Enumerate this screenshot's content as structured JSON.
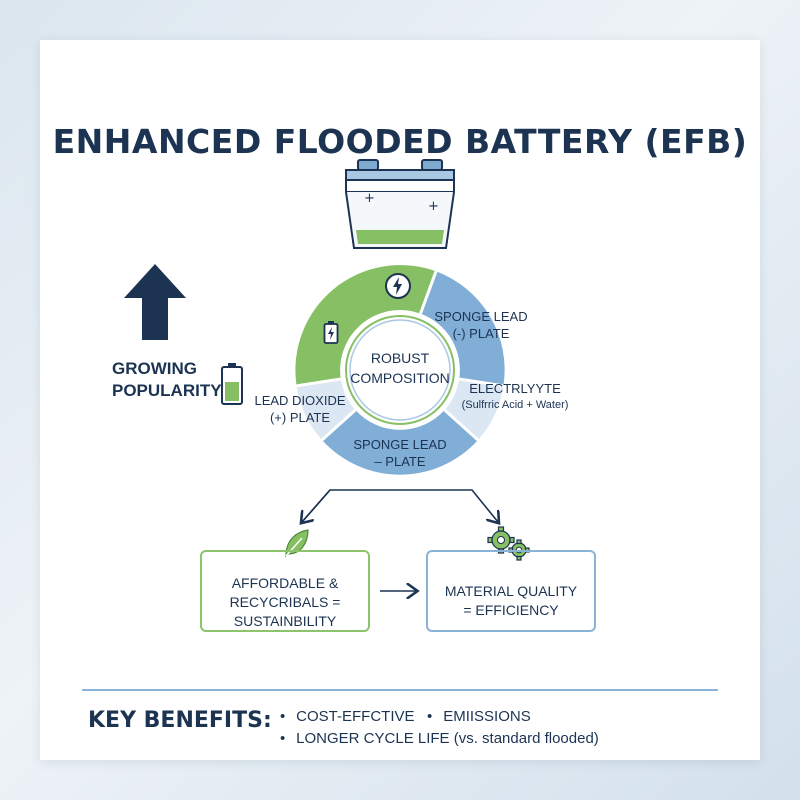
{
  "title": "ENHANCED FLOODED BATTERY (EFB)",
  "growing": {
    "line1": "GROWING",
    "line2": "POPULARITY"
  },
  "center": {
    "line1": "ROBUST",
    "line2": "COMPOSITION"
  },
  "segments": [
    {
      "line1": "SPONGE LEAD",
      "line2": "(-) PLATE"
    },
    {
      "line1": "ELECTRLYYTE",
      "line2": "(Sulfrric Acid + Water)"
    },
    {
      "line1": "SPONGE LEAD",
      "line2": "– PLATE"
    },
    {
      "line1": "LEAD DIOXIDE",
      "line2": "(+) PLATE"
    }
  ],
  "boxes": {
    "left": {
      "line1": "AFFORDABLE &",
      "line2": "RECYCRIBALS =",
      "line3": "SUSTAINBILITY"
    },
    "right": {
      "line1": "MATERIAL QUALITY",
      "line2": "= EFFICIENCY"
    }
  },
  "key_benefits": {
    "title": "KEY BENEFITS:",
    "items": [
      "COST-EFFCTIVE",
      "EMIISSIONS",
      "LONGER CYCLE LIFE (vs. standard flooded)"
    ],
    "bullet": "•"
  },
  "colors": {
    "navy": "#1c3352",
    "green": "#86bf64",
    "blue": "#80aed6",
    "light_blue": "#dbe7f2"
  }
}
